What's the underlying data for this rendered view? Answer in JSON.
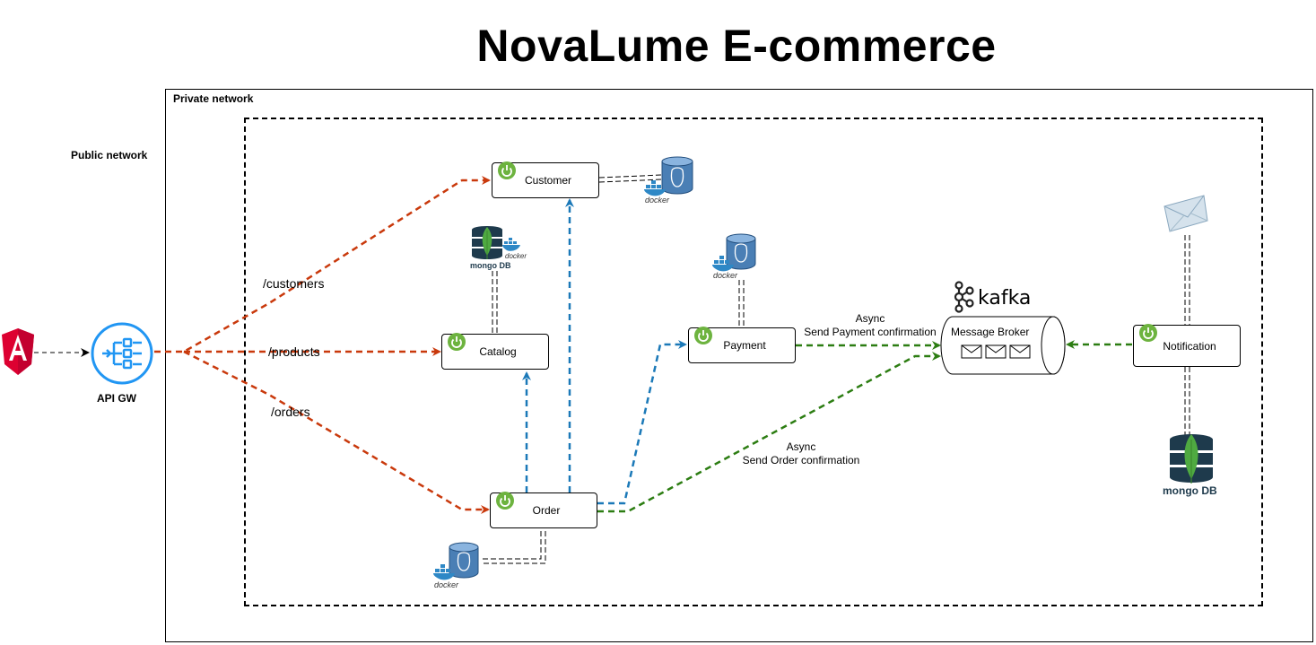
{
  "title": "NovaLume E-commerce",
  "networks": {
    "private_label": "Private network",
    "public_label": "Public network"
  },
  "gateway": {
    "label": "API GW"
  },
  "routes": [
    "/customers",
    "/products",
    "/orders"
  ],
  "services": {
    "customer": "Customer",
    "catalog": "Catalog",
    "order": "Order",
    "payment": "Payment",
    "notification": "Notification"
  },
  "broker": {
    "label": "Message Broker",
    "logo_text": "kafka"
  },
  "async_notes": {
    "payment": [
      "Async",
      "Send Payment confirmation"
    ],
    "order": [
      "Async",
      "Send Order confirmation"
    ]
  },
  "db_labels": {
    "docker": "docker",
    "mongo": "mongo DB"
  },
  "colors": {
    "route": "#c9390c",
    "sync": "#1b79b8",
    "async": "#2c7d12",
    "spring": "#6db33f",
    "angular": "#dd0031",
    "gateway": "#2196f3",
    "mongo_dark": "#1e3a4c",
    "mongo_leaf": "#4faa41"
  }
}
